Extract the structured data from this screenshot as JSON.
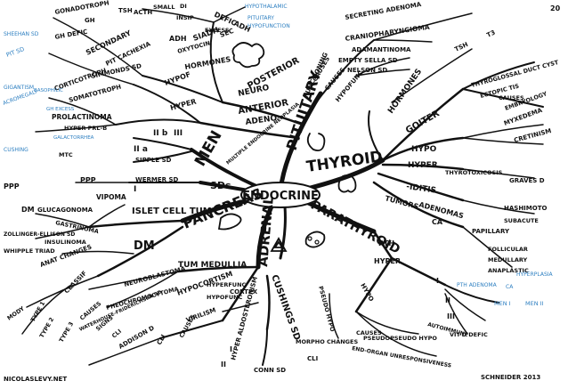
{
  "page_number": "20",
  "center": "ENDOCRINE",
  "branches": {
    "pituitary": "PITUITARY",
    "thyroid": "THYROID",
    "parathyroid": "PARATHYROID",
    "adrenal": "ADRENAL",
    "pancreas": "PANCREAS",
    "men": "MEN",
    "sds": "SDs"
  },
  "pituitary_labels": [
    "GONADOTROPH",
    "TSH",
    "ACTH",
    "GH",
    "SMALL",
    "DI",
    "INSIP",
    "DEFIC",
    "ADH",
    "EXCESS",
    "SIADH",
    "SEC",
    "ADH",
    "OXYTOCIN",
    "HORMONES",
    "SECONDARY",
    "GH DEFIC",
    "PIT CACHEXIA",
    "SIMMONDS SD",
    "HYPOF",
    "POSTERIOR",
    "NEURO",
    "ANTERIOR",
    "ADENO",
    "HYPER",
    "CORTICOTROPH",
    "SOMATOTROPH",
    "PROLACTINOMA",
    "HYPER PRL-B",
    "FUNCTIONING",
    "SECRETING ADENOMA",
    "CRANIOPHARYNGIOMA",
    "ADAMANTINOMA",
    "EMPTY SELLA SD",
    "NELSON SD",
    "CAUSES",
    "HYPOFUNC",
    "CAUSES"
  ],
  "pituitary_blue_notes": [
    "HYPOTHALAMIC",
    "PITUITARY",
    "HYPOFUNCTION",
    "SHEEHAN SD",
    "PIT SD",
    "GIGANTISM",
    "ACROMEGALY",
    "BASOPHILIC",
    "GH EXCESS",
    "CUSHING",
    "GALACTORRHEA"
  ],
  "thyroid_labels": [
    "THYROID",
    "GOITER",
    "THYROGLOSSAL DUCT CYST",
    "ECTOPIC TIS",
    "EMBRYOLOGY",
    "CAUSES",
    "HYPO",
    "HYPER",
    "MYXEDEMA",
    "CRETINISM",
    "THYROTOXICOSIS",
    "GRAVES D",
    "-IDITIS",
    "HASHIMOTO",
    "SUBACUTE",
    "TUMORS",
    "ADENOMAS",
    "CA",
    "PAPILLARY",
    "FOLLICULAR",
    "MEDULLARY",
    "ANAPLASTIC",
    "HORMONES",
    "TSH",
    "T3"
  ],
  "parathyroid_labels": [
    "PARATHYROID",
    "PTH",
    "HYPER",
    "HYPO",
    "PSEUDO HYPO",
    "PSEUDOPSEUDO HYPO",
    "I",
    "II",
    "III",
    "CAUSES",
    "END-ORGAN UNRESPONSIVENESS",
    "VIT-D DEFIC",
    "AUTOIMMUNE",
    "MORPHO CHANGES",
    "CLI"
  ],
  "parathyroid_blue_notes": [
    "HYPERPLASIA",
    "PTH ADENOMA",
    "CA",
    "MEN I",
    "MEN II"
  ],
  "adrenal_labels": [
    "ADRENAL",
    "TUM MEDULLIA",
    "CORTEX",
    "HYPOCORTISM",
    "HYPERFUNC",
    "HYPOFUNC",
    "CUSHINGS SD",
    "HYPER ALDOSTERONISM",
    "CONN SD",
    "NEUROBLASTOMA",
    "PHEOCHROMOCYTOMA",
    "ADDISON D",
    "VIRILISM",
    "WATERHOUSE-FRIDERICHSEN SD",
    "CLI",
    "CAUSES",
    "I",
    "II"
  ],
  "pancreas_labels": [
    "PANCREAS",
    "ISLET CELL TUM",
    "DM",
    "GLUCAGONOMA",
    "GASTRINOMA",
    "ZOLLINGER-ELLISON SD",
    "INSULINOMA",
    "VIPOMA",
    "WHIPPLE TRIAD",
    "ANAT CHANGES",
    "CLASSIF",
    "TYPE 1",
    "TYPE 2",
    "MODY",
    "TYPE 3",
    "CAUSES",
    "SIGNS",
    "CLI"
  ],
  "men_labels": [
    "MEN",
    "MULTIPLE ENDOCRINE NEOPLASIA",
    "I",
    "II a",
    "II b",
    "III",
    "WERMER SD",
    "SIPPLE SD",
    "PPP",
    "PPP",
    "DM",
    "MTC"
  ],
  "author": "NICOLASLEVY.NET",
  "signature": "SCHNEIDER 2013",
  "colors": {
    "ink": "#111111",
    "blue_note": "#2d7fc1",
    "paper": "#ffffff"
  }
}
